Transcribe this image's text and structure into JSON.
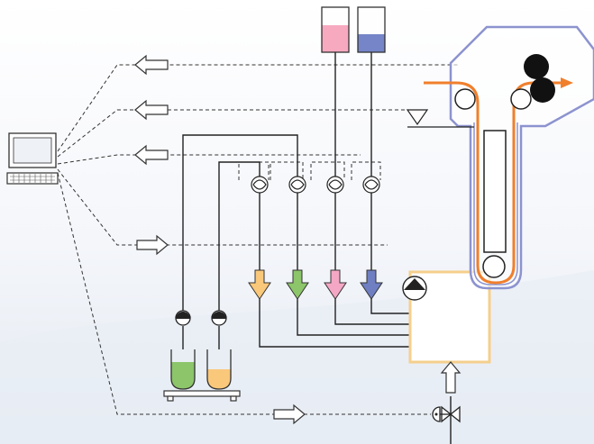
{
  "diagram": {
    "kind": "process-control-schematic",
    "components": [
      {
        "id": "computer",
        "icon": "computer-icon"
      },
      {
        "id": "reagent-bottle-pink",
        "color": "#f7a9c0"
      },
      {
        "id": "reagent-bottle-blue",
        "color": "#7585c8"
      },
      {
        "id": "flow-meters",
        "count": 4
      },
      {
        "id": "dosing-arrows",
        "colors": [
          "#f9c87a",
          "#8cc56a",
          "#f4a7c4",
          "#6f7fc2"
        ]
      },
      {
        "id": "sample-tube-green",
        "color": "#8cc56a"
      },
      {
        "id": "sample-tube-orange",
        "color": "#f9c87a"
      },
      {
        "id": "mixing-tank",
        "color": "#f5cf8c"
      },
      {
        "id": "processing-tank",
        "outline_color": "#8c93cf"
      },
      {
        "id": "web-material",
        "color": "#f07f2c"
      },
      {
        "id": "control-valve",
        "icon": "valve-icon"
      }
    ],
    "signal_lines": 5
  }
}
